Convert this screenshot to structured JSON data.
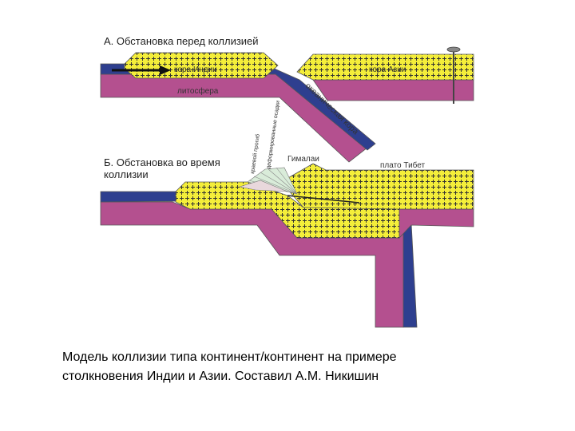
{
  "panel_a": {
    "title": "А. Обстановка перед коллизией",
    "labels": {
      "india_crust": "кора Индии",
      "asia_crust": "кора Азии",
      "lithosphere": "литосфера",
      "oceanic_crust": "океаническая кора"
    }
  },
  "panel_b": {
    "title_line1": "Б. Обстановка во время",
    "title_line2": "коллизии",
    "labels": {
      "foredeep": "краевой прогиб",
      "deformed_wedge": "деформированные осадки",
      "himalaya": "Гималаи",
      "tibet": "плато Тибет"
    }
  },
  "caption": {
    "line1": "Модель коллизии типа континент/континент на примере",
    "line2": "столкновения Индии и Азии. Составил А.М. Никишин"
  },
  "colors": {
    "crust_yellow": "#f4ee3a",
    "lithosphere_magenta": "#b4508f",
    "oceanic_blue": "#2e3f8f",
    "outline": "#555555"
  }
}
